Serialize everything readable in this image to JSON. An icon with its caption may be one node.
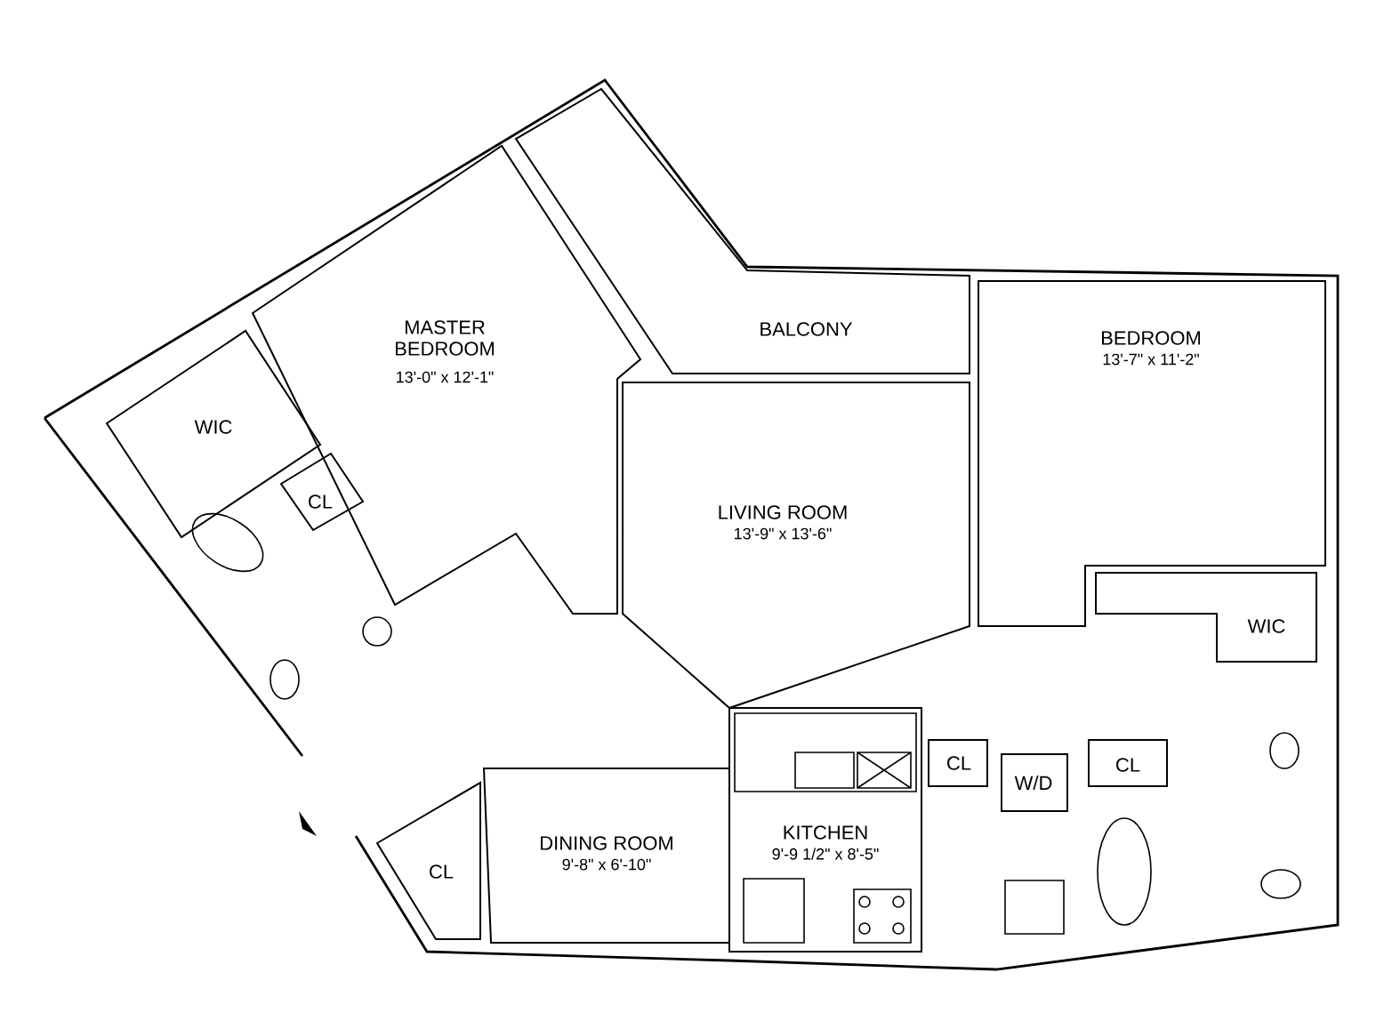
{
  "diagram": {
    "nodes": [
      {
        "text": [
          "MASTER BEDROOM",
          "13'-0\" x 12'-1\""
        ]
      },
      {
        "text": [
          "WIC"
        ]
      },
      {
        "text": [
          "CL"
        ]
      },
      {
        "text": [
          "BALCONY"
        ]
      },
      {
        "text": [
          "LIVING ROOM",
          "13'-9\" x 13'-6\""
        ]
      },
      {
        "text": [
          "BEDROOM",
          "13'-7\" x 11'-2\""
        ]
      },
      {
        "text": [
          "WIC"
        ]
      },
      {
        "text": [
          "CL"
        ]
      },
      {
        "text": [
          "W/D"
        ]
      },
      {
        "text": [
          "CL"
        ]
      },
      {
        "text": [
          "DINING ROOM",
          "9'-8\" x 6'-10\""
        ]
      },
      {
        "text": [
          "CL"
        ]
      },
      {
        "text": [
          "KITCHEN",
          "9'-9 1/2\" x 8'-5\""
        ]
      }
    ]
  }
}
